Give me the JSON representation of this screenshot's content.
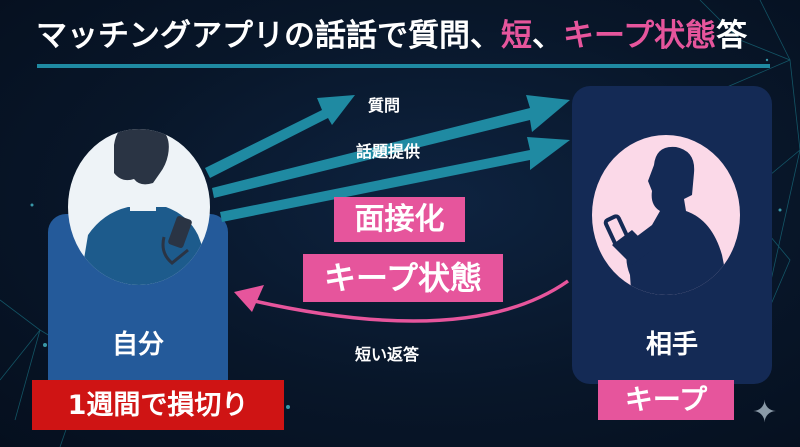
{
  "title": {
    "parts": [
      {
        "text": "マッチングアプリの話話で質問、",
        "highlight": false
      },
      {
        "text": "短",
        "highlight": true
      },
      {
        "text": "、",
        "highlight": false
      },
      {
        "text": "キープ状態",
        "highlight": true
      },
      {
        "text": "答",
        "highlight": false
      }
    ]
  },
  "left_person": {
    "label": "自分",
    "badge": "1週間で損切り",
    "icon": "person-with-phone-icon"
  },
  "right_person": {
    "label": "相手",
    "badge": "キープ",
    "icon": "person-silhouette-with-phone-icon"
  },
  "arrows": {
    "outgoing": [
      {
        "label": "質問"
      },
      {
        "label": "話題提供"
      }
    ],
    "return": {
      "label": "短い返答"
    }
  },
  "center_tags": [
    "面接化",
    "キープ状態"
  ],
  "decor": {
    "sparkle": "✦"
  },
  "colors": {
    "background": "#081629",
    "teal": "#1f8aa2",
    "pink": "#e6559c",
    "red": "#cf1414",
    "left_card": "#245a9a",
    "right_card": "#142a55",
    "left_avatar_bg": "#eef3f7",
    "right_avatar_bg": "#fbd9e8"
  }
}
